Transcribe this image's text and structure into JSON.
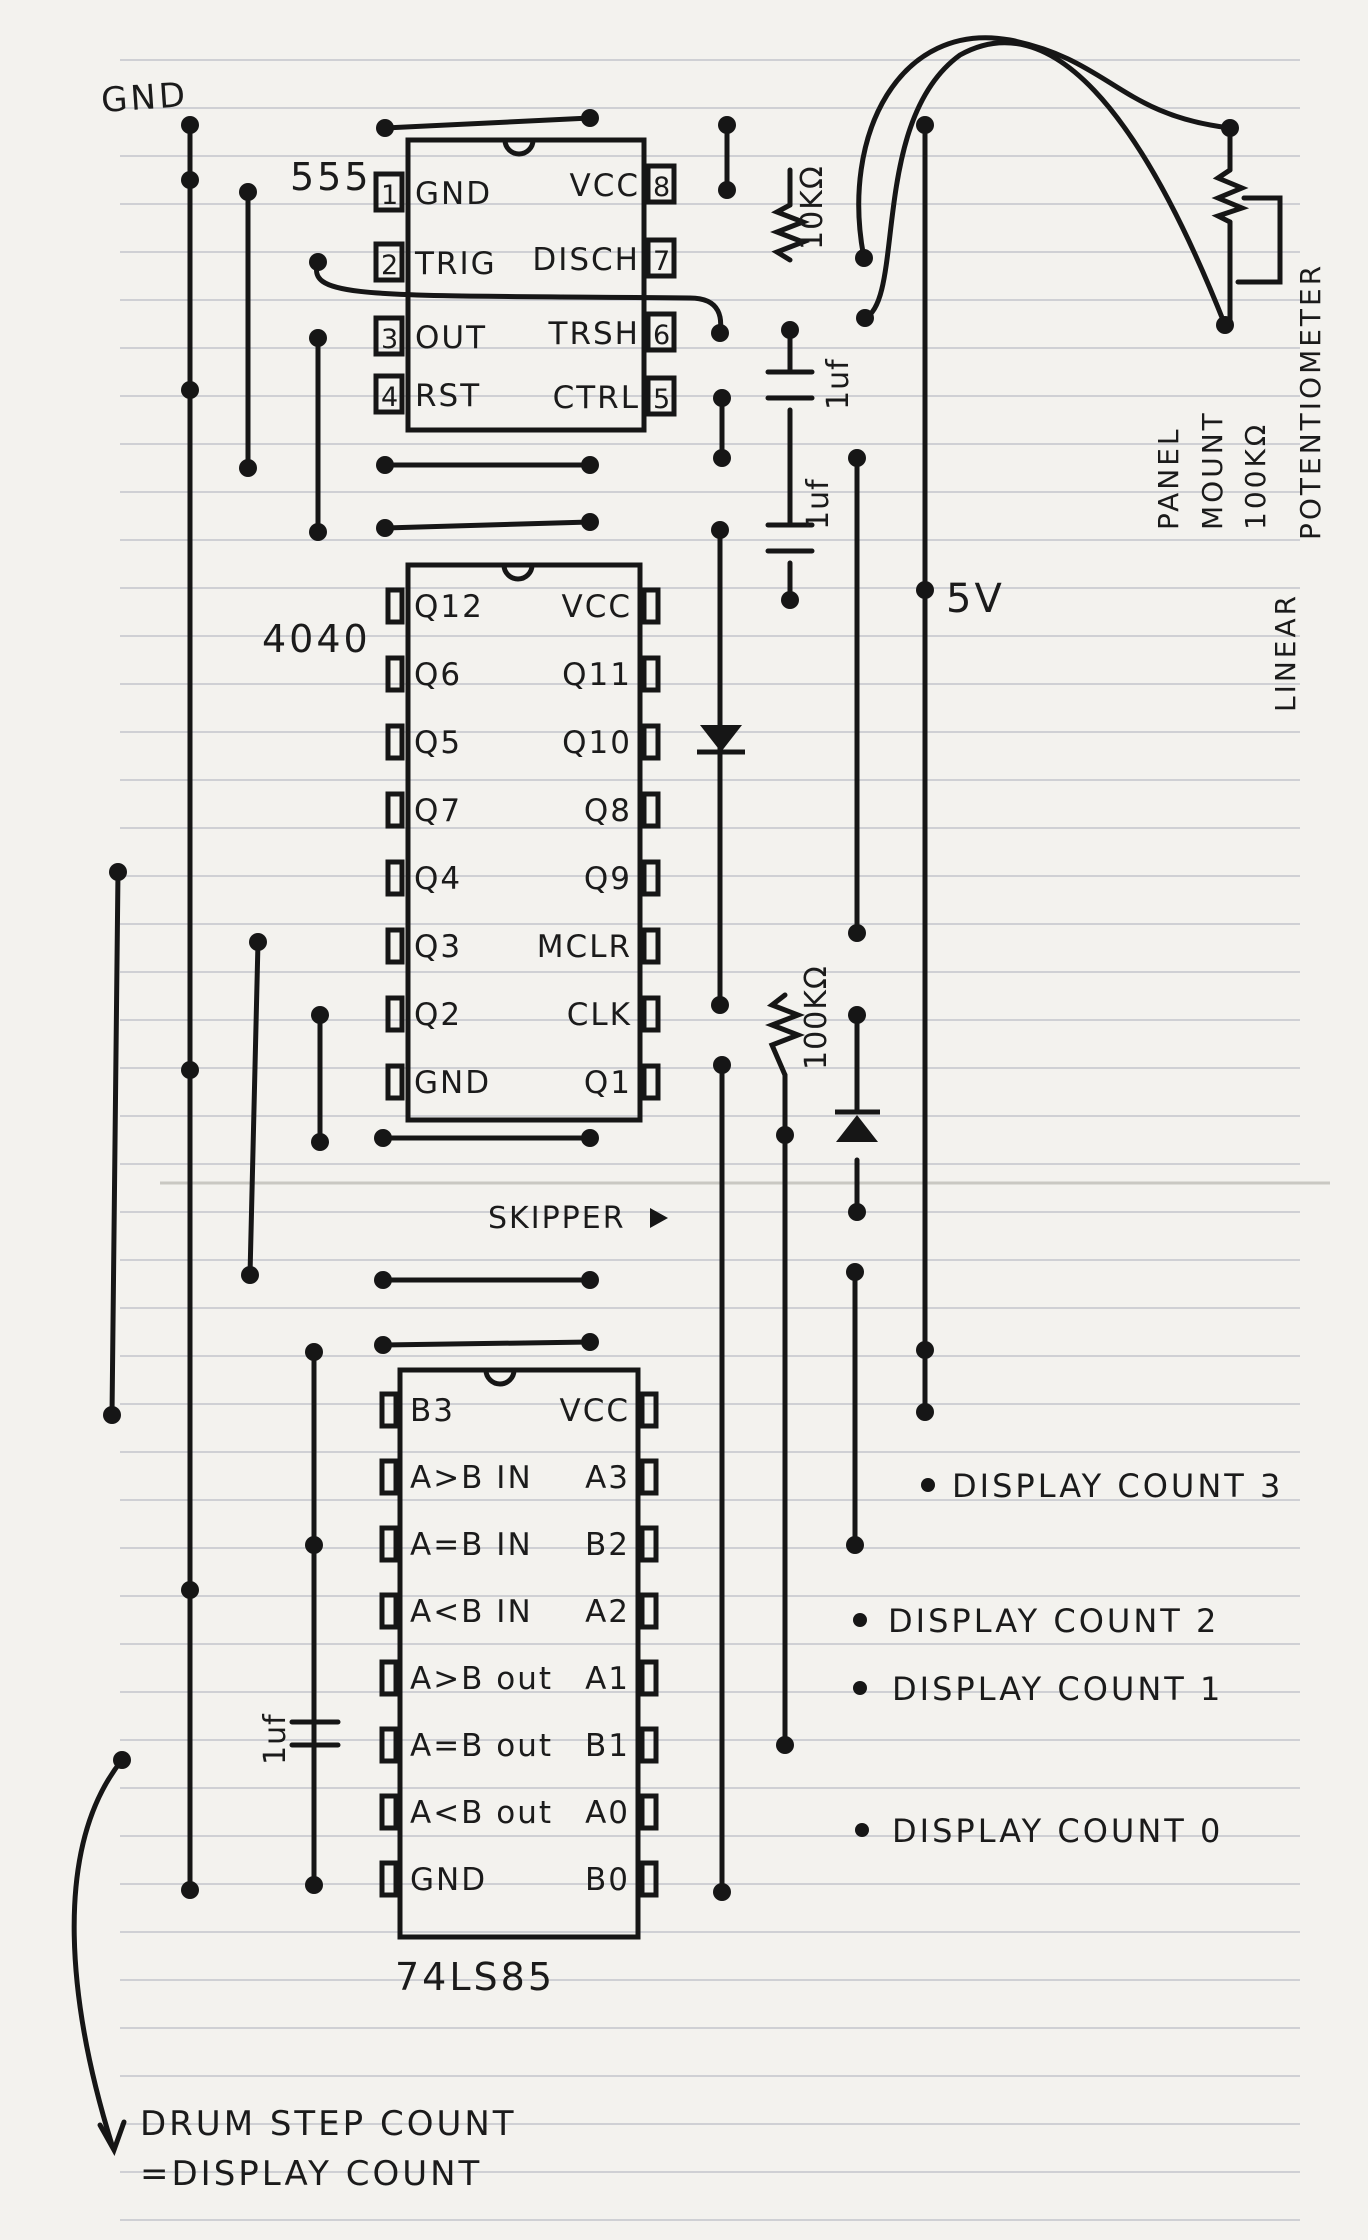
{
  "gnd_label": "GND",
  "supply_label": "5V",
  "chips": {
    "timer": {
      "name": "555",
      "left_pins": [
        {
          "num": "1",
          "label": "GND"
        },
        {
          "num": "2",
          "label": "TRIG"
        },
        {
          "num": "3",
          "label": "OUT"
        },
        {
          "num": "4",
          "label": "RST"
        }
      ],
      "right_pins": [
        {
          "num": "8",
          "label": "VCC"
        },
        {
          "num": "7",
          "label": "DISCH"
        },
        {
          "num": "6",
          "label": "TRSH"
        },
        {
          "num": "5",
          "label": "CTRL"
        }
      ]
    },
    "counter": {
      "name": "4040",
      "left_pins": [
        "Q12",
        "Q6",
        "Q5",
        "Q7",
        "Q4",
        "Q3",
        "Q2",
        "GND"
      ],
      "right_pins": [
        "VCC",
        "Q11",
        "Q10",
        "Q8",
        "Q9",
        "MCLR",
        "CLK",
        "Q1"
      ]
    },
    "comparator": {
      "name": "74LS85",
      "left_pins": [
        "B3",
        "A>B IN",
        "A=B IN",
        "A<B IN",
        "A>B out",
        "A=B out",
        "A<B out",
        "GND"
      ],
      "right_pins": [
        "VCC",
        "A3",
        "B2",
        "A2",
        "A1",
        "B1",
        "A0",
        "B0"
      ]
    }
  },
  "components": {
    "r1": "10KΩ",
    "c1": "1uf",
    "c2": "1uf",
    "r2": "100KΩ",
    "c3": "1uf"
  },
  "pot_label": {
    "line1": "PANEL",
    "line2": "MOUNT",
    "line3": "100KΩ",
    "line4": "LINEAR",
    "line5": "POTENTIOMETER"
  },
  "skipper_label": "SKIPPER",
  "outputs": [
    "DISPLAY COUNT 3",
    "DISPLAY COUNT 2",
    "DISPLAY COUNT 1",
    "DISPLAY COUNT 0"
  ],
  "note": {
    "line1": "DRUM STEP COUNT",
    "line2": "=DISPLAY COUNT"
  }
}
